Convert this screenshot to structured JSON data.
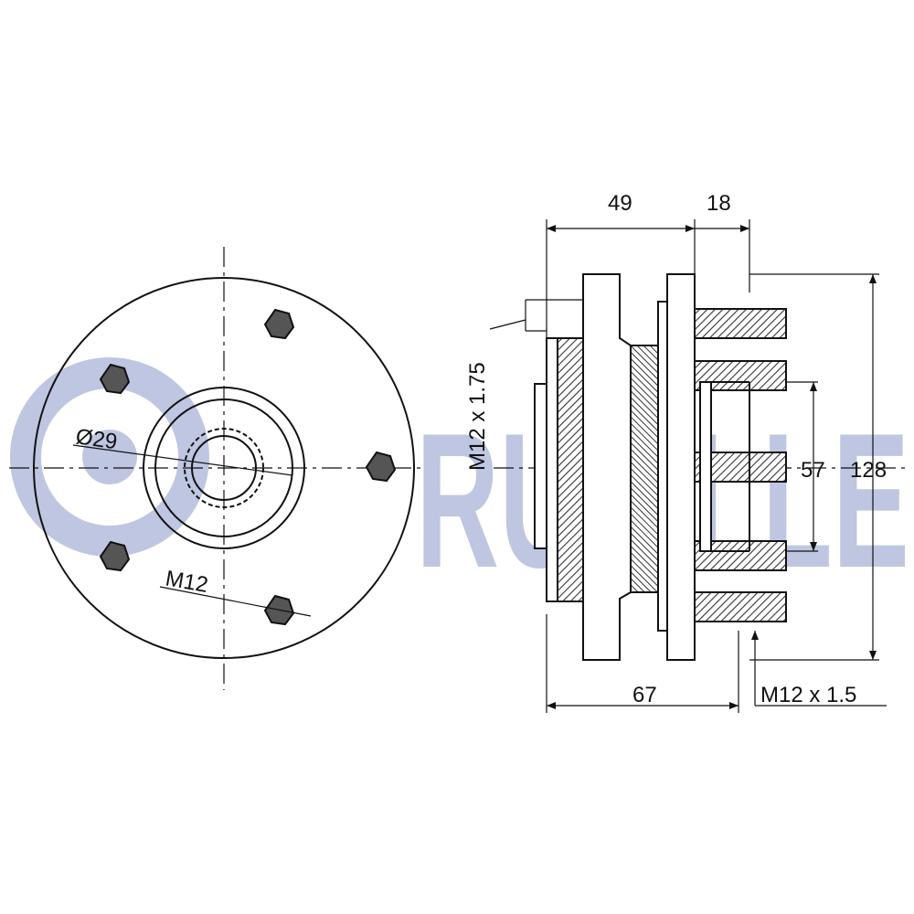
{
  "watermark": {
    "text": "RUVILLE",
    "color": "#8a98c9"
  },
  "front_view": {
    "center_bore_label": "Ø29",
    "bolt_label": "M12"
  },
  "side_view": {
    "dim_top_left": "49",
    "dim_top_right": "18",
    "dim_inner_height": "57",
    "dim_outer_height": "128",
    "dim_bottom_length": "67",
    "thread_side_label": "M12 x 1.75",
    "thread_bolt_label": "M12 x 1.5"
  },
  "colors": {
    "line": "#111111",
    "hatch": "#333333",
    "bolt_fill": "#555555"
  }
}
